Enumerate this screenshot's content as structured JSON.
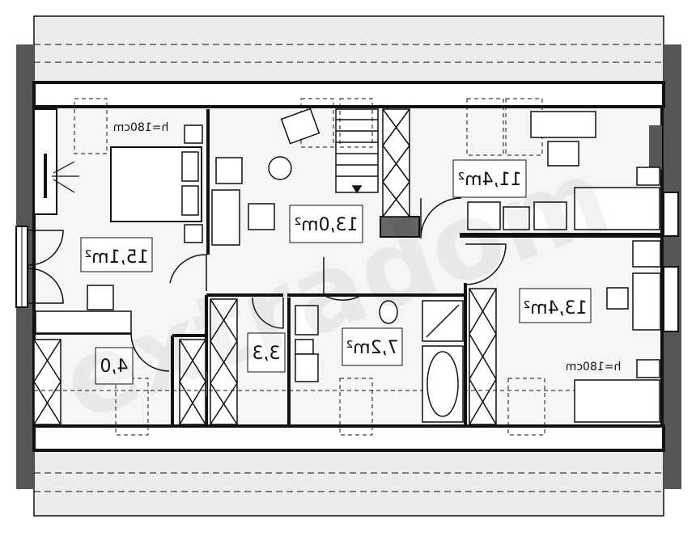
{
  "rooms": {
    "bedroom_left": {
      "area": "15,1m²"
    },
    "hall": {
      "area": "13,0m²"
    },
    "room_top_right": {
      "area": "11,4m²"
    },
    "room_bottom_right": {
      "area": "13,4m²"
    },
    "bathroom": {
      "area": "7,2m²"
    },
    "small_room_a": {
      "area": "4,0"
    },
    "small_room_b": {
      "area": "3,3"
    }
  },
  "annotations": {
    "height_left": "h=180cm",
    "height_right": "h=180cm"
  },
  "watermark": "extradom",
  "colors": {
    "wall": "#111111",
    "roof": "#ececec",
    "gable": "#555555",
    "floor": "#f6f6f6"
  }
}
